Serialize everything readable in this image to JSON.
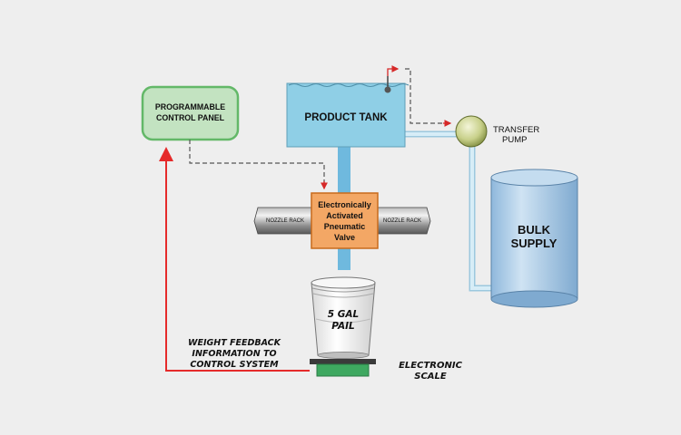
{
  "control_panel": {
    "line1": "PROGRAMMABLE",
    "line2": "CONTROL PANEL"
  },
  "product_tank": {
    "label": "PRODUCT TANK"
  },
  "transfer_pump": {
    "line1": "TRANSFER",
    "line2": "PUMP"
  },
  "bulk_supply": {
    "line1": "BULK",
    "line2": "SUPPLY"
  },
  "valve": {
    "line1": "Electronically",
    "line2": "Activated",
    "line3": "Pneumatic",
    "line4": "Valve"
  },
  "nozzle_rack": {
    "left_label": "NOZZLE RACK",
    "right_label": "NOZZLE RACK"
  },
  "pail": {
    "line1": "5 GAL",
    "line2": "PAIL"
  },
  "feedback": {
    "line1": "WEIGHT FEEDBACK",
    "line2": "INFORMATION TO",
    "line3": "CONTROL SYSTEM"
  },
  "scale": {
    "line1": "ELECTRONIC",
    "line2": "SCALE"
  },
  "colors": {
    "background": "#eeeeee",
    "panel_fill": "#c3e3c1",
    "panel_stroke": "#63b868",
    "tank_water": "#8fcfe6",
    "pipe": "#bfe0ef",
    "valve_fill": "#f3a765",
    "valve_stroke": "#c86a1c",
    "bulk_fill": "#a9cbe7",
    "feedback_line": "#e52a2a",
    "control_line": "#555555",
    "scale_green": "#3ea860"
  },
  "icons": {
    "pump": "sphere-pump-icon",
    "pail": "bucket-icon",
    "scale": "scale-icon",
    "level_sensor": "float-sensor-icon"
  }
}
